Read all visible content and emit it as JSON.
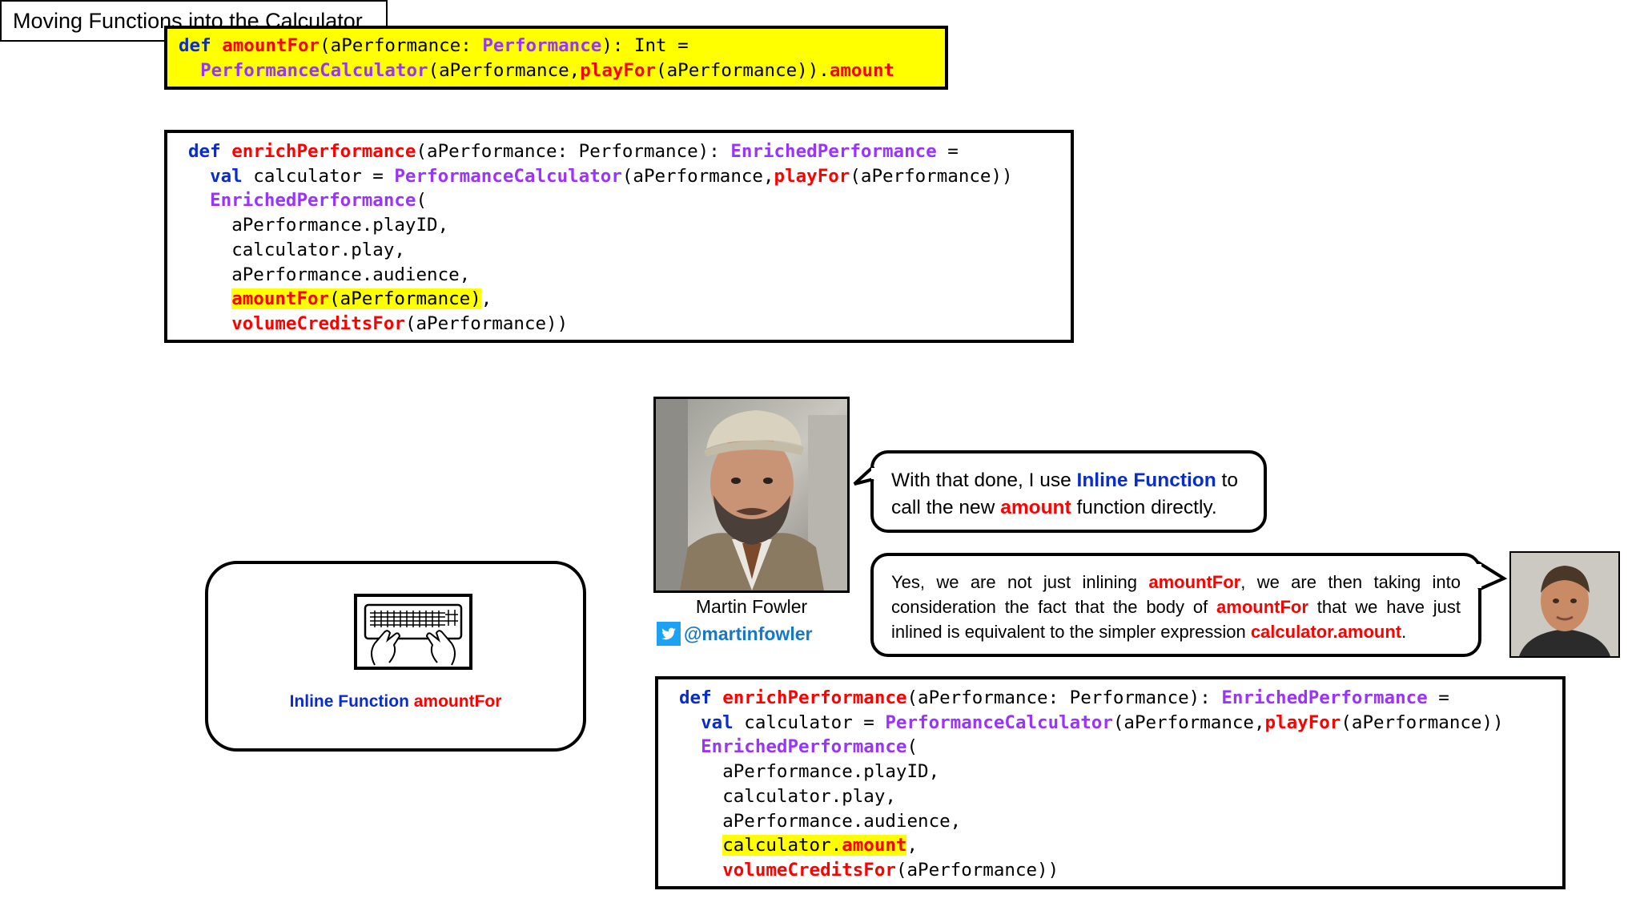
{
  "slide": {
    "title": "Moving Functions into the Calculator"
  },
  "code_amount_for": {
    "line1": {
      "kw": "def",
      "fn": "amountFor",
      "open": "(aPerformance: ",
      "type": "Performance",
      "rest": "): Int ="
    },
    "line2": {
      "cls": "PerformanceCalculator",
      "args": "(aPerformance,",
      "fn": "playFor",
      "args2": "(aPerformance)).",
      "field": "amount"
    }
  },
  "code_enrich_before": {
    "sig": {
      "kw": "def",
      "fn": "enrichPerformance",
      "params": "(aPerformance: Performance): ",
      "type": "EnrichedPerformance",
      "eq": " ="
    },
    "val_line": {
      "kw": "val",
      "decl": " calculator = ",
      "cls": "PerformanceCalculator",
      "args": "(aPerformance,",
      "fn": "playFor",
      "args2": "(aPerformance))"
    },
    "ctor": {
      "type": "EnrichedPerformance",
      "paren": "("
    },
    "args": [
      "aPerformance.playID,",
      "calculator.play,",
      "aPerformance.audience,"
    ],
    "highlight": {
      "fn": "amountFor",
      "args": "(aPerformance)",
      "tail": ","
    },
    "last": {
      "fn": "volumeCreditsFor",
      "args": "(aPerformance))"
    }
  },
  "code_enrich_after": {
    "sig": {
      "kw": "def",
      "fn": "enrichPerformance",
      "params": "(aPerformance: Performance): ",
      "type": "EnrichedPerformance",
      "eq": " ="
    },
    "val_line": {
      "kw": "val",
      "decl": " calculator = ",
      "cls": "PerformanceCalculator",
      "args": "(aPerformance,",
      "fn": "playFor",
      "args2": "(aPerformance))"
    },
    "ctor": {
      "type": "EnrichedPerformance",
      "paren": "("
    },
    "args": [
      "aPerformance.playID,",
      "calculator.play,",
      "aPerformance.audience,"
    ],
    "highlight": {
      "obj": "calculator.",
      "field": "amount",
      "tail": ","
    },
    "last": {
      "fn": "volumeCreditsFor",
      "args": "(aPerformance))"
    }
  },
  "author": {
    "name": "Martin Fowler",
    "handle": "@martinfowler",
    "icon": "twitter-icon"
  },
  "bubble1": {
    "t1": "With that done, I use ",
    "b1": "Inline Function",
    "t2": " to call the new ",
    "r1": "amount",
    "t3": " function directly."
  },
  "bubble2": {
    "t1": "Yes, we are not just inlining ",
    "r1": "amountFor",
    "t2": ", we are then taking into consideration the fact that the body of ",
    "r2": "amountFor",
    "t3": " that we have just inlined is equivalent to the simpler expression ",
    "r3": "calculator.amount",
    "t4": "."
  },
  "refactoring": {
    "icon": "keyboard-icon",
    "name": "Inline Function",
    "target": "amountFor"
  },
  "colors": {
    "keyword": "#0a2ccc",
    "function": "#ff0000",
    "type": "#9933ff",
    "highlight": "#ffff00",
    "twitter": "#1da1f2"
  }
}
